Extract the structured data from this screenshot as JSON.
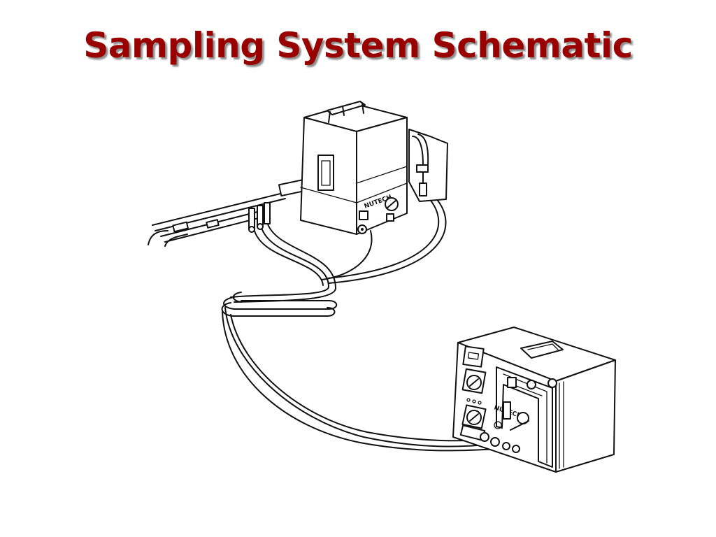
{
  "slide": {
    "title": "Sampling System Schematic",
    "title_color": "#990000"
  },
  "diagram": {
    "upper_unit": {
      "brand": "NUTECH"
    },
    "lower_unit": {
      "brand": "NUTECH"
    }
  }
}
